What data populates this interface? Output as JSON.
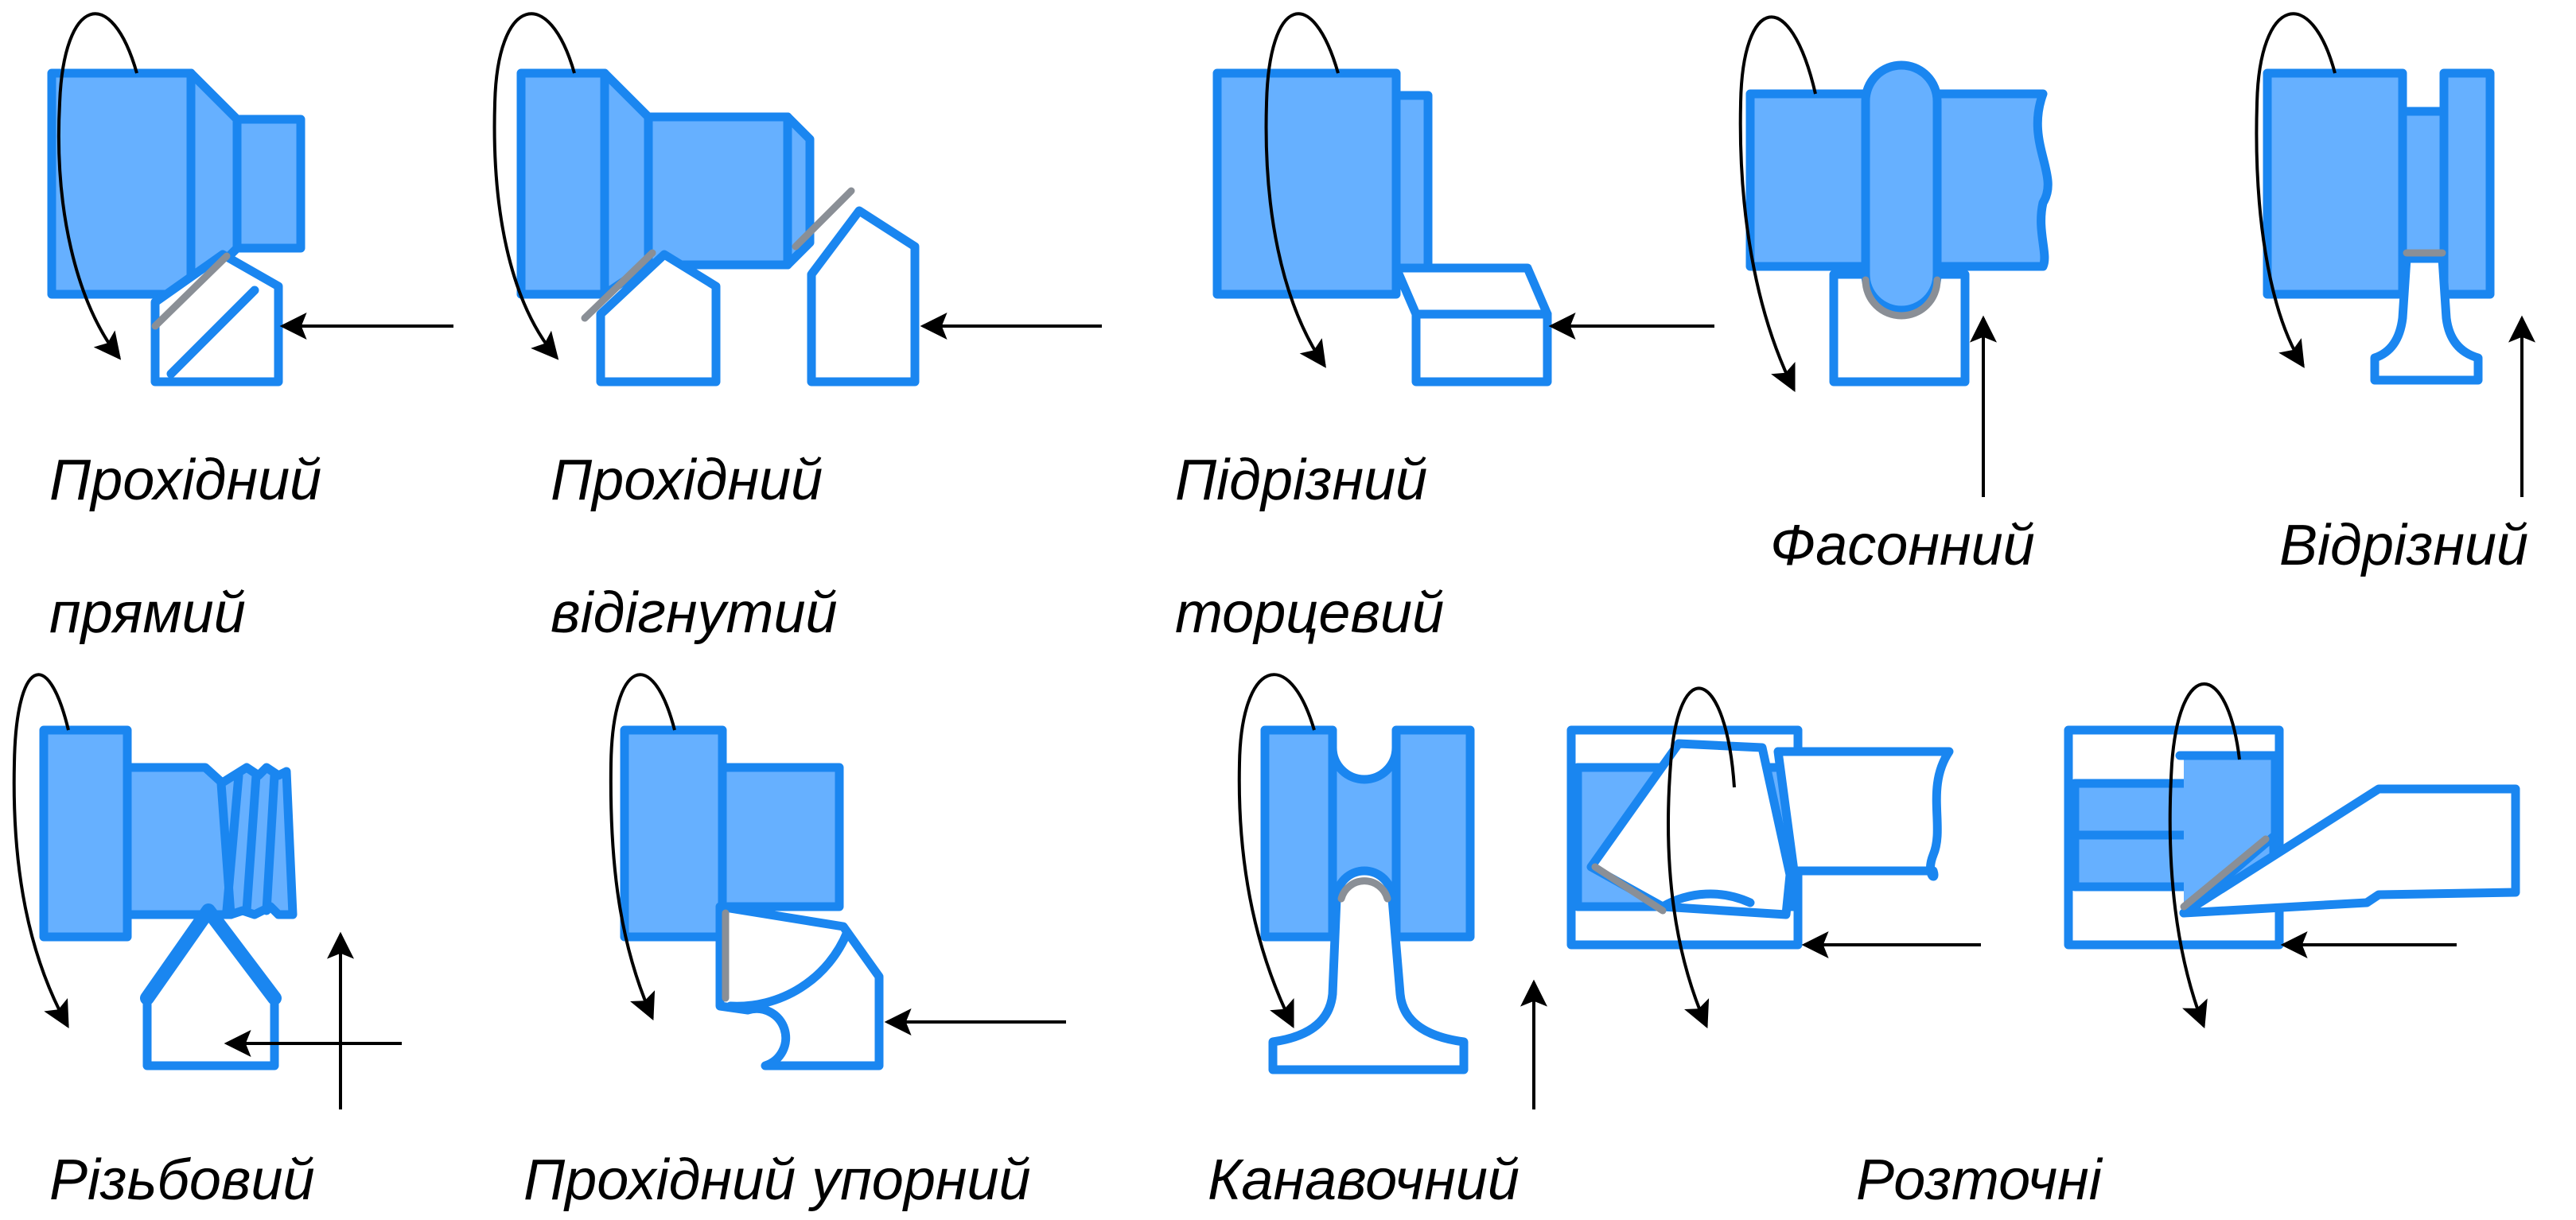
{
  "labels": {
    "straight_turning_1": "Прохідний",
    "straight_turning_2": "прямий",
    "bent_turning_1": "Прохідний",
    "bent_turning_2": "відігнутий",
    "facing_1": "Підрізний",
    "facing_2": "торцевий",
    "form": "Фасонний",
    "parting": "Відрізний",
    "threading": "Різьбовий",
    "shoulder_turning": "Прохідний упорний",
    "grooving": "Канавочний",
    "boring": "Розточні"
  },
  "colors": {
    "workpiece_fill": "#66b0ff",
    "outline": "#1a86f0",
    "cutting_edge": "#8a8f96",
    "arrow": "#000000",
    "background": "#ffffff"
  }
}
